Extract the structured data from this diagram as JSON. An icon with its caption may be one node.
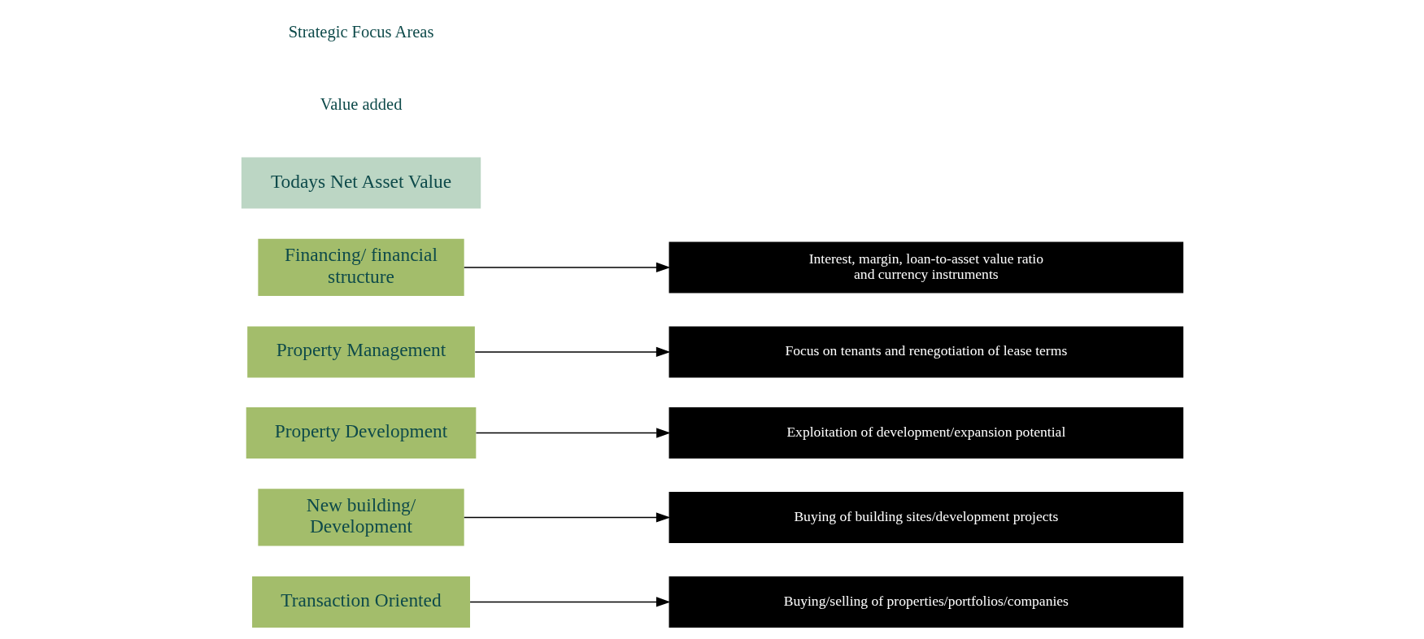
{
  "diagram": {
    "nodes": [
      {
        "text": [
          "Transaction Oriented"
        ]
      },
      {
        "text": [
          "Buying/selling of properties/portfolios/companies"
        ]
      },
      {
        "text": [
          "New building/ Development"
        ]
      },
      {
        "text": [
          "Buying of building sites/development projects"
        ]
      },
      {
        "text": [
          "Property Development"
        ]
      },
      {
        "text": [
          "Exploitation of development/expansion potential"
        ]
      },
      {
        "text": [
          "Property Management"
        ]
      },
      {
        "text": [
          "Focus on tenants and renegotiation of lease terms"
        ]
      },
      {
        "text": [
          "Financing/ financial structure"
        ]
      },
      {
        "text": [
          "Interest, margin, loan-to-asset value ratio and currency instruments"
        ]
      },
      {
        "text": [
          "Todays Net Asset Value"
        ]
      }
    ],
    "edges": [
      {
        "from": 0,
        "to": 1,
        "arrow": "to"
      },
      {
        "from": 2,
        "to": 3,
        "arrow": "to"
      },
      {
        "from": 4,
        "to": 5,
        "arrow": "to"
      },
      {
        "from": 6,
        "to": 7,
        "arrow": "to"
      },
      {
        "from": 8,
        "to": 9,
        "arrow": "to"
      }
    ],
    "labels": [
      "Value added",
      "Strategic Focus Areas"
    ]
  }
}
